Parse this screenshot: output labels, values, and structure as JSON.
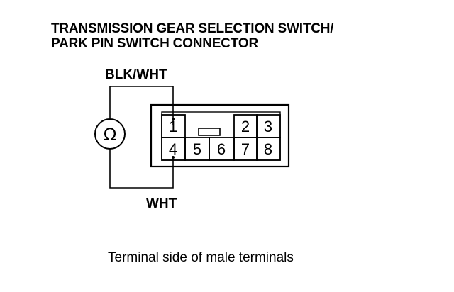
{
  "title": {
    "line1": "TRANSMISSION GEAR SELECTION SWITCH/",
    "line2": "PARK PIN SWITCH CONNECTOR"
  },
  "wires": {
    "top_label": "BLK/WHT",
    "bottom_label": "WHT"
  },
  "meter": {
    "symbol": "Ω",
    "icon": "ohmmeter-icon"
  },
  "connector": {
    "terminals": [
      "1",
      "2",
      "3",
      "4",
      "5",
      "6",
      "7",
      "8"
    ]
  },
  "caption": "Terminal side of male terminals"
}
